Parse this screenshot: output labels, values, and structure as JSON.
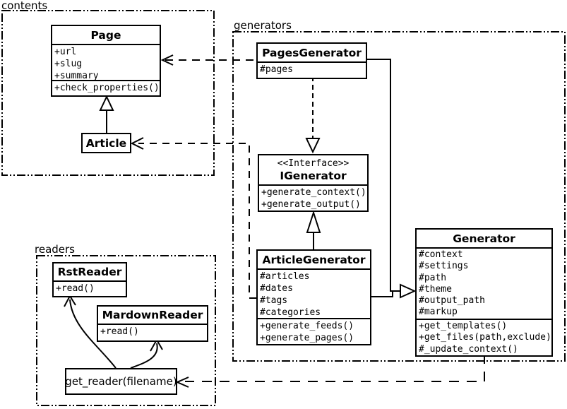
{
  "packages": {
    "contents": {
      "label": "contents"
    },
    "generators": {
      "label": "generators"
    },
    "readers": {
      "label": "readers"
    }
  },
  "classes": {
    "page": {
      "name": "Page",
      "attrs": [
        "+url",
        "+slug",
        "+summary"
      ],
      "methods": [
        "+check_properties()"
      ]
    },
    "article": {
      "name": "Article"
    },
    "pages_generator": {
      "name": "PagesGenerator",
      "attrs": [
        "#pages"
      ]
    },
    "igenerator": {
      "stereotype": "<<Interface>>",
      "name": "IGenerator",
      "methods": [
        "+generate_context()",
        "+generate_output()"
      ]
    },
    "article_generator": {
      "name": "ArticleGenerator",
      "attrs": [
        "#articles",
        "#dates",
        "#tags",
        "#categories"
      ],
      "methods": [
        "+generate_feeds()",
        "+generate_pages()"
      ]
    },
    "generator": {
      "name": "Generator",
      "attrs": [
        "#context",
        "#settings",
        "#path",
        "#theme",
        "#output_path",
        "#markup"
      ],
      "methods": [
        "+get_templates()",
        "+get_files(path,exclude)",
        "#_update_context()"
      ]
    },
    "rst_reader": {
      "name": "RstReader",
      "methods": [
        "+read()"
      ]
    },
    "mardown_reader": {
      "name": "MardownReader",
      "methods": [
        "+read()"
      ]
    },
    "get_reader": {
      "label": "get_reader(filename)"
    }
  },
  "colors": {
    "line": "#000000",
    "background": "#ffffff"
  }
}
